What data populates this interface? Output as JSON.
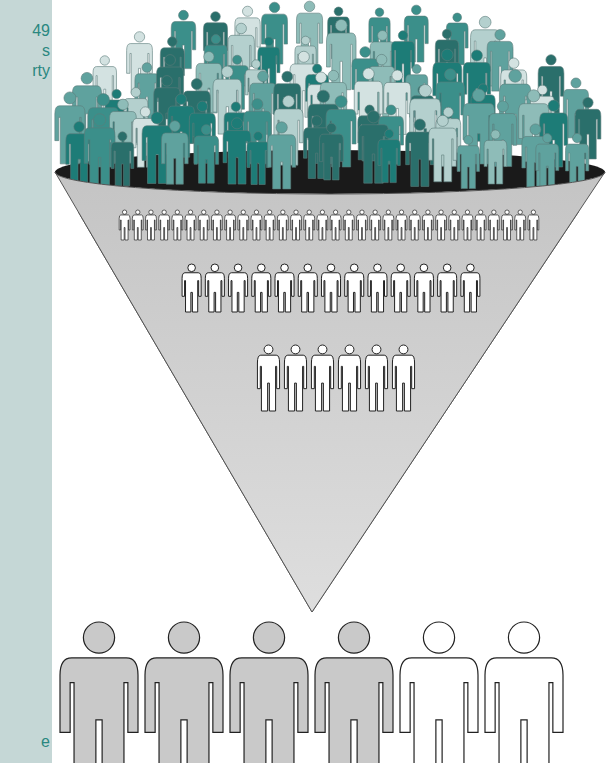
{
  "diagram": {
    "labels": [
      "49",
      "s",
      "rty",
      "e"
    ]
  }
}
